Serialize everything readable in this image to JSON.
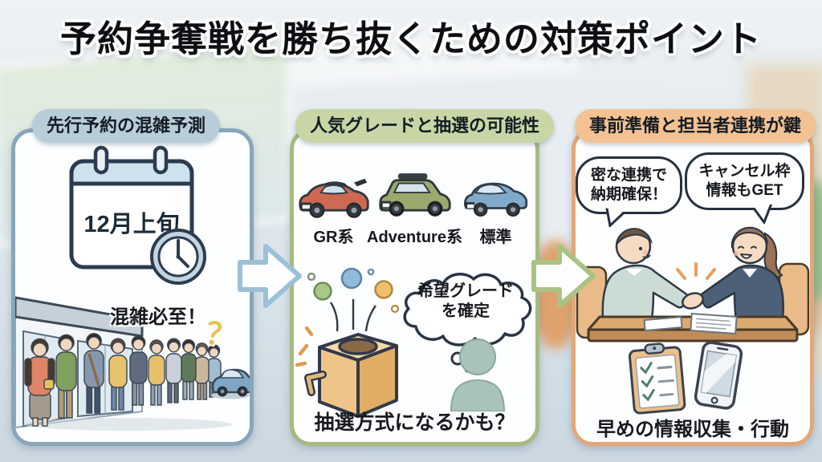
{
  "title": "予約争奪戦を勝ち抜くための対策ポイント",
  "accent_colors": {
    "panel1_border": "#88a6ba",
    "panel1_badge_bg": "#b9cdd9",
    "panel2_border": "#a6ba81",
    "pan2_badge_bg": "#c7d6a4",
    "panel3_border": "#e2a877",
    "panel3_badge_bg": "#f3c293",
    "arrow_left": "#9cc0d6",
    "arrow_right": "#a9c383",
    "question_mark": "#e9c050"
  },
  "panels": {
    "forecast": {
      "header": "先行予約の混雑予測",
      "calendar_label": "12月上旬",
      "crowd_warning": "混雑必至！",
      "question_mark": "？"
    },
    "grades": {
      "header": "人気グレードと抽選の可能性",
      "car_labels": [
        "GR系",
        "Adventure系",
        "標準"
      ],
      "thought_line1": "希望グレード",
      "thought_line2": "を確定",
      "caption": "抽選方式になるかも？"
    },
    "preparation": {
      "header": "事前準備と担当者連携が鍵",
      "speech_left_line1": "密な連携で",
      "speech_left_line2": "納期確保！",
      "speech_right_line1": "キャンセル枠",
      "speech_right_line2": "情報もGET",
      "caption": "早めの情報収集・行動"
    }
  }
}
